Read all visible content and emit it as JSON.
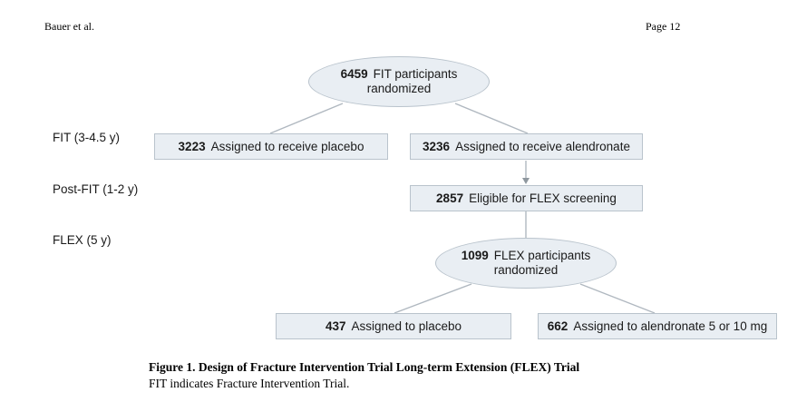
{
  "header": {
    "left": "Bauer et al.",
    "right": "Page 12"
  },
  "stages": [
    "FIT (3-4.5 y)",
    "Post-FIT (1-2 y)",
    "FLEX (5 y)"
  ],
  "nodes": {
    "fit_randomized": {
      "count": "6459",
      "line1": "FIT participants",
      "line2": "randomized"
    },
    "placebo": {
      "count": "3223",
      "label": "Assigned to receive placebo"
    },
    "alendronate": {
      "count": "3236",
      "label": "Assigned to receive alendronate"
    },
    "eligible": {
      "count": "2857",
      "label": "Eligible for FLEX screening"
    },
    "flex_randomized": {
      "count": "1099",
      "line1": "FLEX participants",
      "line2": "randomized"
    },
    "flex_placebo": {
      "count": "437",
      "label": "Assigned to placebo"
    },
    "flex_alendronate": {
      "count": "662",
      "label": "Assigned to alendronate 5 or 10 mg"
    }
  },
  "caption": {
    "title": "Figure 1. Design of Fracture Intervention Trial Long-term Extension (FLEX) Trial",
    "text": "FIT indicates Fracture Intervention Trial."
  },
  "colors": {
    "node_fill": "#e9eef3",
    "node_border": "#b9c3cc",
    "connector": "#b0b8c0"
  }
}
